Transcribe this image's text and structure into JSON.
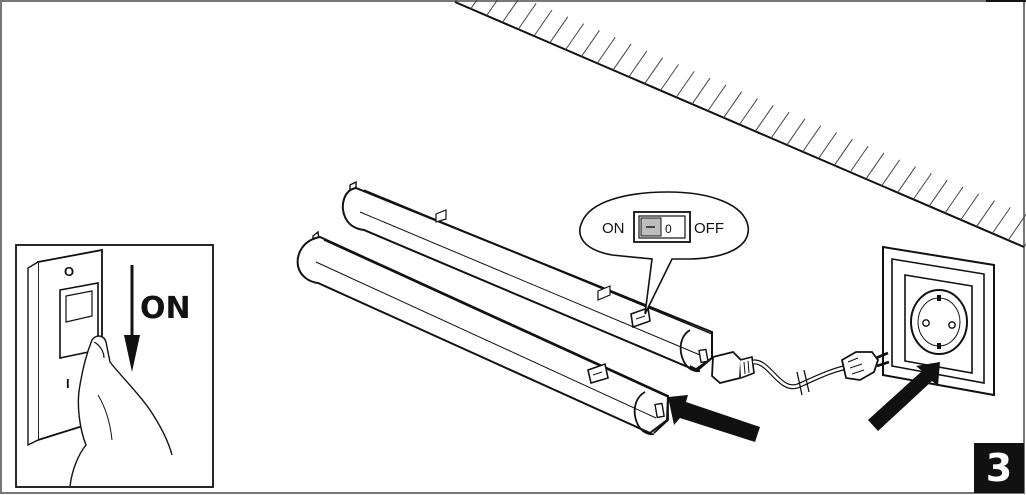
{
  "inset_switch": {
    "off_mark": "O",
    "on_mark": "I",
    "instruction_label": "ON"
  },
  "callout": {
    "on_label": "ON",
    "off_label": "OFF",
    "rocker_off_mark": "0",
    "rocker_on_mark": "I"
  },
  "step_badge": {
    "number": "3"
  },
  "colors": {
    "line": "#111111",
    "fill": "#ffffff",
    "badge": "#111111",
    "rocker_shade": "#bdbdbd",
    "wall_hatch": "#444444"
  }
}
